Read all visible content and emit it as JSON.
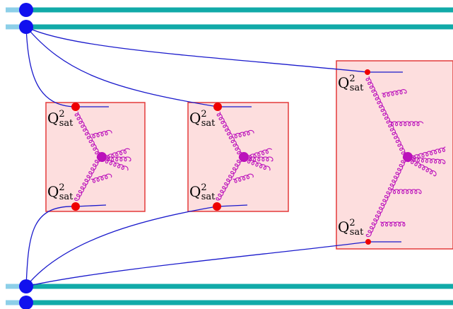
{
  "label": {
    "base": "Q",
    "sup": "2",
    "sub": "sat"
  },
  "colors": {
    "beam": "#11aaa8",
    "beam_light": "#8ccfe8",
    "node": "#1111ee",
    "line": "#1a1acc",
    "box_fill": "#fddede",
    "box_stroke": "#e33a3a",
    "vertex": "#ee0000",
    "gluon": "#bb11bb"
  },
  "beams": [
    {
      "name": "beam-top-1"
    },
    {
      "name": "beam-top-2"
    },
    {
      "name": "beam-bottom-1"
    },
    {
      "name": "beam-bottom-2"
    }
  ],
  "cascades": [
    {
      "name": "cascade-left",
      "labels": 2
    },
    {
      "name": "cascade-middle",
      "labels": 2
    },
    {
      "name": "cascade-right",
      "labels": 2
    }
  ]
}
